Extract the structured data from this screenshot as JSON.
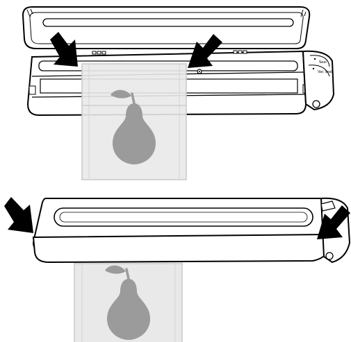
{
  "figure": {
    "panels": [
      {
        "name": "open-lid-step",
        "control_labels": [
          "Seal",
          "Vac Seal"
        ],
        "illustration_icon": "pear-icon"
      },
      {
        "name": "closed-lid-step",
        "illustration_icon": "pear-icon"
      }
    ],
    "colors": {
      "outline": "#000000",
      "body": "#ffffff",
      "bag_fill": "#e8e8e8",
      "bag_edge": "#c6c6c6",
      "pear": "#9a9a9a",
      "arrow": "#000000"
    }
  }
}
